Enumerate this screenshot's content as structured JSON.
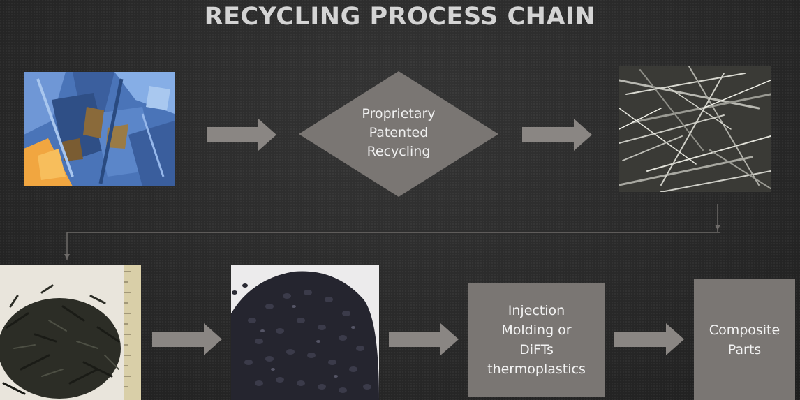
{
  "title": "RECYCLING PROCESS CHAIN",
  "diamond": {
    "label": "Proprietary\nPatented\nRecycling"
  },
  "boxes": [
    {
      "label": "Injection\nMolding or\nDiFTs\nthermoplastics"
    },
    {
      "label": "Composite\nParts"
    }
  ],
  "images": [
    {
      "icon": "scrap-plastic-film-photo"
    },
    {
      "icon": "recycled-fiber-strands-photo"
    },
    {
      "icon": "chopped-fibers-with-ruler-photo"
    },
    {
      "icon": "black-pellets-photo"
    }
  ],
  "colors": {
    "arrow": "#8a8683",
    "shape": "#7a7673",
    "text": "#f3f3f3",
    "title": "#d4d4d4"
  }
}
